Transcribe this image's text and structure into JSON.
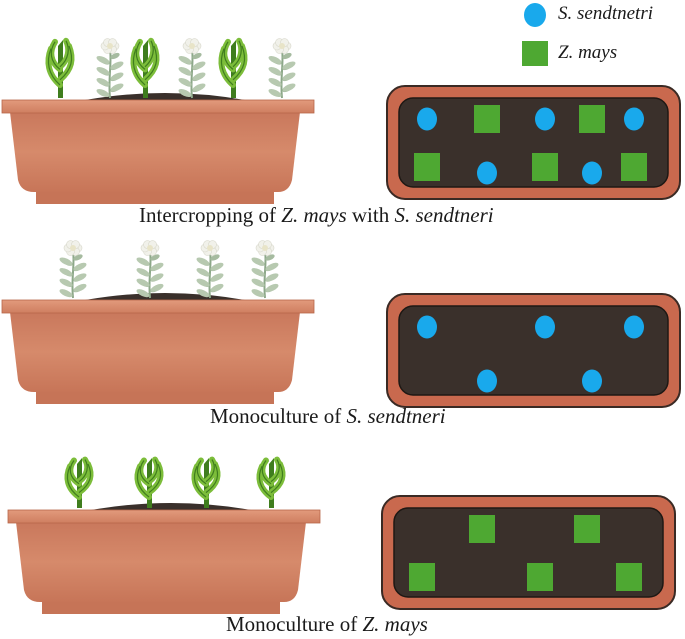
{
  "legend": {
    "circle_label": "S. sendtnetri",
    "square_label": "Z. mays",
    "circle_color": "#19a9ec",
    "square_color": "#4ea832"
  },
  "colors": {
    "pot_rim": "#d98a6c",
    "pot_body": "#cf7c5e",
    "bed_frame": "#c9694e",
    "soil": "#3a302b",
    "maize_leaf": "#7cbd3a",
    "maize_dark": "#3f7d1e",
    "herb_leaf": "#b7c9b0",
    "herb_flower": "#f1f1ea"
  },
  "panels": [
    {
      "caption_pre": "Intercropping of ",
      "caption_em1": "Z. mays",
      "caption_mid": " with ",
      "caption_em2": "S. sendtneri",
      "caption_post": "",
      "pot_plants": [
        "maize",
        "herb",
        "maize",
        "herb",
        "maize",
        "herb"
      ],
      "bed_layout": [
        {
          "kind": "circle",
          "row": "top",
          "col": 0
        },
        {
          "kind": "square",
          "row": "top",
          "col": 1
        },
        {
          "kind": "circle",
          "row": "top",
          "col": 2
        },
        {
          "kind": "square",
          "row": "top",
          "col": 3
        },
        {
          "kind": "circle",
          "row": "top",
          "col": 4
        },
        {
          "kind": "square",
          "row": "bottom",
          "col": 0
        },
        {
          "kind": "circle",
          "row": "bottom",
          "col": 1
        },
        {
          "kind": "square",
          "row": "bottom",
          "col": 2
        },
        {
          "kind": "circle",
          "row": "bottom",
          "col": 3
        },
        {
          "kind": "square",
          "row": "bottom",
          "col": 4
        }
      ]
    },
    {
      "caption_pre": "Monoculture of ",
      "caption_em1": "S. sendtneri",
      "caption_mid": "",
      "caption_em2": "",
      "caption_post": "",
      "pot_plants": [
        "herb",
        "herb",
        "herb",
        "herb"
      ],
      "bed_layout": [
        {
          "kind": "circle",
          "row": "top",
          "col": 0
        },
        {
          "kind": "circle",
          "row": "top",
          "col": 2
        },
        {
          "kind": "circle",
          "row": "top",
          "col": 4
        },
        {
          "kind": "circle",
          "row": "bottom",
          "col": 1
        },
        {
          "kind": "circle",
          "row": "bottom",
          "col": 3
        }
      ]
    },
    {
      "caption_pre": "Monoculture of ",
      "caption_em1": "Z. mays",
      "caption_mid": "",
      "caption_em2": "",
      "caption_post": "",
      "pot_plants": [
        "maize",
        "maize",
        "maize",
        "maize"
      ],
      "bed_layout": [
        {
          "kind": "square",
          "row": "top",
          "col": 1
        },
        {
          "kind": "square",
          "row": "top",
          "col": 3
        },
        {
          "kind": "square",
          "row": "bottom",
          "col": 0
        },
        {
          "kind": "square",
          "row": "bottom",
          "col": 2
        },
        {
          "kind": "square",
          "row": "bottom",
          "col": 4
        }
      ]
    }
  ]
}
